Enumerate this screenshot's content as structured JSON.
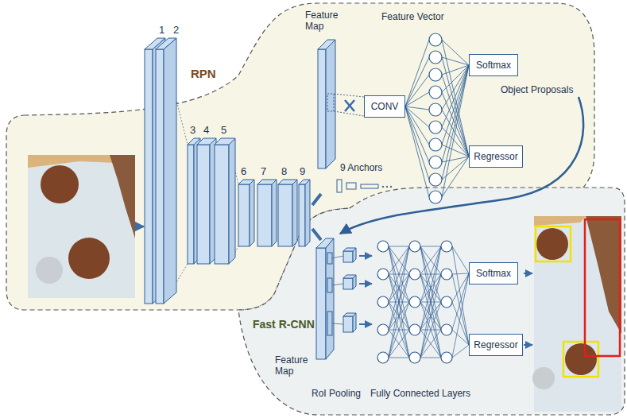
{
  "diagram": {
    "nodes": [
      {
        "text": [
          "CONV"
        ]
      },
      {
        "text": [
          "Softmax"
        ]
      },
      {
        "text": [
          "Regressor"
        ]
      },
      {
        "text": [
          "Softmax"
        ]
      },
      {
        "text": [
          "Regressor"
        ]
      }
    ],
    "labels": [
      "RPN",
      "Feature Map",
      "Feature Vector",
      "Object Proposals",
      "1",
      "2",
      "3",
      "4",
      "5",
      "6",
      "7",
      "8",
      "9",
      "9 Anchors",
      "Fast R-CNN",
      "Feature Map",
      "RoI Pooling",
      "Fully Connected Layers"
    ]
  }
}
